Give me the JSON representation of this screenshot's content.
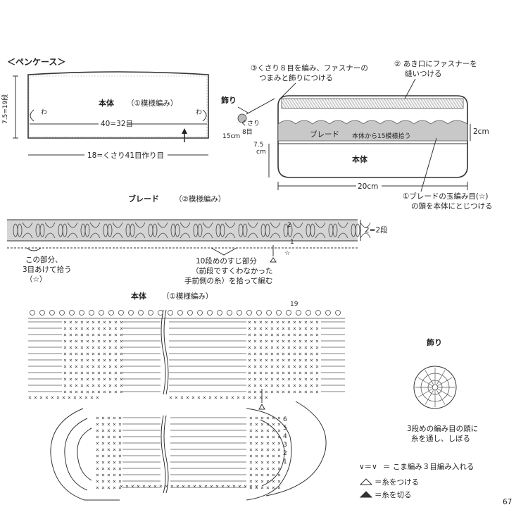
{
  "page_title": "＜ペンケース＞",
  "body_view": {
    "title": "本体",
    "pattern": "（①模様編み）",
    "height": "7.5=19段",
    "width": "40=32目",
    "ring_left": "わ",
    "ring_right": "わ",
    "foundation": "18=くさり41目作り目"
  },
  "assembled_view": {
    "note3": "③くさり８目を編み、ファスナーの",
    "note3b": "つまみと飾りにつける",
    "note2": "② あき口にファスナーを",
    "note2b": "縫いつける",
    "decoration": "飾り",
    "chain_label1": "くさり",
    "chain_label2": "8目",
    "len_15": "15cm",
    "braid": "ブレード",
    "pick_up": "本体から15模様拾う",
    "h2": "2cm",
    "h75": "7.5",
    "h75u": "cm",
    "body": "本体",
    "width": "20cm",
    "note1": "①ブレードの玉編み目(☆)",
    "note1b": "の頭を本体にとじつける"
  },
  "braid_chart": {
    "title": "ブレード",
    "pattern": "（②模様編み）",
    "height": "2=2段",
    "row2": "2",
    "row1": "1",
    "note_left1": "この部分、",
    "note_left2": "3目あけて拾う",
    "note_left3": "（☆）",
    "note_mid1": "10段めのすじ部分",
    "note_mid2": "（前段ですくわなかった",
    "note_mid3": "手前側の糸）を拾って編む"
  },
  "body_chart": {
    "title": "本体",
    "pattern": "（①模様編み）",
    "row_top": "19",
    "row_labels": [
      "6",
      "5",
      "4",
      "3",
      "2",
      "1"
    ]
  },
  "decoration_chart": {
    "title": "飾り",
    "note1": "3段めの編み目の頭に",
    "note2": "糸を通し、しぼる"
  },
  "legend": {
    "item1": "＝ こま編み３目編み入れる",
    "item2": "＝糸をつける",
    "item3": "＝糸を切る"
  },
  "page_number": "67"
}
